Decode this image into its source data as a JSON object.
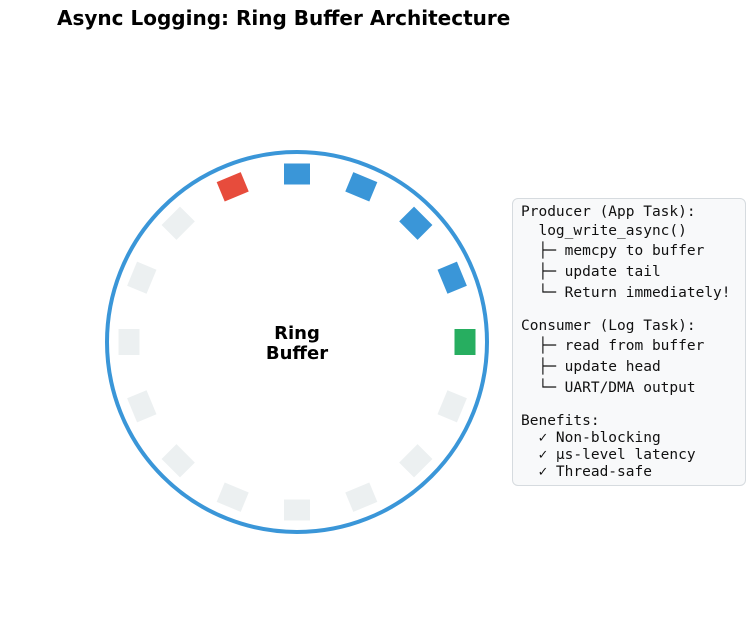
{
  "title": "Async Logging: Ring Buffer Architecture",
  "ring": {
    "center_label_line1": "Ring",
    "center_label_line2": "Buffer",
    "slot_count": 16,
    "slot_states": [
      "tail",
      "filled",
      "filled",
      "filled",
      "filled",
      "head",
      "empty",
      "empty",
      "empty",
      "empty",
      "empty",
      "empty",
      "empty",
      "empty",
      "empty",
      "empty"
    ],
    "colors": {
      "ring": "#3a96d8",
      "filled": "#3a96d8",
      "head": "#e74c3c",
      "tail": "#27ae60",
      "empty": "#ecf0f1"
    }
  },
  "info": {
    "producer_title": "Producer (App Task):",
    "producer_lines": [
      "  log_write_async()",
      "  ├─ memcpy to buffer",
      "  ├─ update tail",
      "  └─ Return immediately!"
    ],
    "consumer_title": "Consumer (Log Task):",
    "consumer_lines": [
      "  ├─ read from buffer",
      "  ├─ update head",
      "  └─ UART/DMA output"
    ],
    "benefits_title": "Benefits:",
    "benefits_lines": [
      "  ✓ Non-blocking",
      "  ✓ µs-level latency",
      "  ✓ Thread-safe"
    ]
  }
}
